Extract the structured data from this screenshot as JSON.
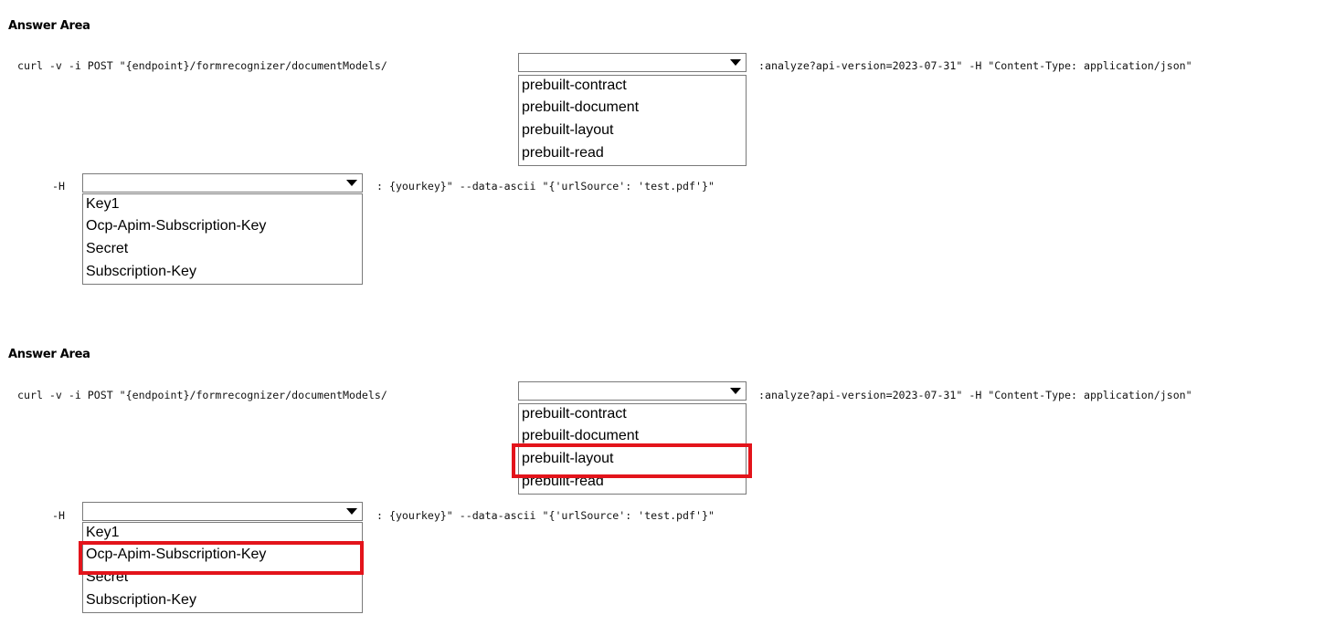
{
  "sections": [
    {
      "heading": "Answer Area",
      "line1_prefix": "curl -v -i POST \"{endpoint}/formrecognizer/documentModels/",
      "line1_suffix": ":analyze?api-version=2023-07-31\" -H \"Content-Type: application/json\"",
      "line2_prefix": "-H",
      "line2_suffix": ": {yourkey}\" --data-ascii \"{'urlSource': 'test.pdf'}\"",
      "model_dropdown": {
        "selected": "",
        "options": [
          "prebuilt-contract",
          "prebuilt-document",
          "prebuilt-layout",
          "prebuilt-read"
        ],
        "highlighted": null
      },
      "header_dropdown": {
        "selected": "",
        "options": [
          "Key1",
          "Ocp-Apim-Subscription-Key",
          "Secret",
          "Subscription-Key"
        ],
        "highlighted": null
      }
    },
    {
      "heading": "Answer Area",
      "line1_prefix": "curl -v -i POST \"{endpoint}/formrecognizer/documentModels/",
      "line1_suffix": ":analyze?api-version=2023-07-31\" -H \"Content-Type: application/json\"",
      "line2_prefix": "-H",
      "line2_suffix": ": {yourkey}\" --data-ascii \"{'urlSource': 'test.pdf'}\"",
      "model_dropdown": {
        "selected": "",
        "options": [
          "prebuilt-contract",
          "prebuilt-document",
          "prebuilt-layout",
          "prebuilt-read"
        ],
        "highlighted": "prebuilt-layout"
      },
      "header_dropdown": {
        "selected": "",
        "options": [
          "Key1",
          "Ocp-Apim-Subscription-Key",
          "Secret",
          "Subscription-Key"
        ],
        "highlighted": "Ocp-Apim-Subscription-Key"
      }
    }
  ],
  "colors": {
    "highlight": "#e3141b",
    "border": "#7a7a7a"
  },
  "icons": {
    "dropdown_arrow": "caret-down-icon"
  }
}
